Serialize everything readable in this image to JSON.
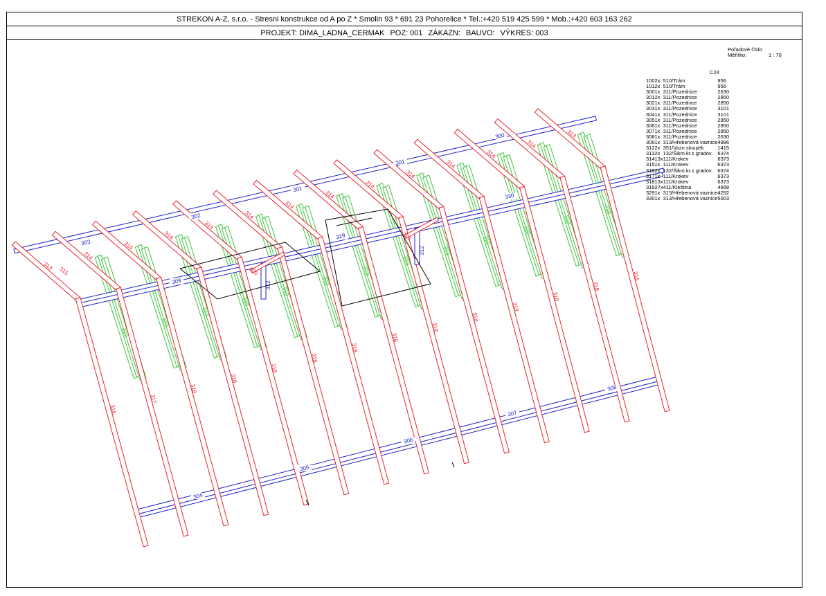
{
  "header": {
    "company_line": "STREKON A-Z, s.r.o. - Stresni konstrukce od A po Z * Smolin 93 * 691 23 Pohorelice * Tel.:+420 519 425 599 * Mob.:+420 603 163 262",
    "projekt": "PROJEKT: DIMA_LADNA_CERMAK",
    "poz": "POZ: 001",
    "zakazn": "ZÁKAZN:",
    "bauvo": "BAUVO:",
    "vykres": "VÝKRES: 003"
  },
  "meta": {
    "poradove_label": "Pořadové číslo",
    "meritko_label": "Měřítko:",
    "meritko_value": "1 : 70"
  },
  "material_grade": "C24",
  "parts": [
    {
      "pos": "100",
      "qty": "2x",
      "name": "510/Trám",
      "len": "956"
    },
    {
      "pos": "101",
      "qty": "2x",
      "name": "510/Trám",
      "len": "956"
    },
    {
      "pos": "300",
      "qty": "1x",
      "name": "311/Pozednice",
      "len": "2630"
    },
    {
      "pos": "301",
      "qty": "2x",
      "name": "311/Pozednice",
      "len": "2850"
    },
    {
      "pos": "302",
      "qty": "1x",
      "name": "311/Pozednice",
      "len": "2850"
    },
    {
      "pos": "303",
      "qty": "1x",
      "name": "311/Pozednice",
      "len": "3101"
    },
    {
      "pos": "304",
      "qty": "1x",
      "name": "311/Pozednice",
      "len": "3101"
    },
    {
      "pos": "305",
      "qty": "1x",
      "name": "311/Pozednice",
      "len": "2850"
    },
    {
      "pos": "306",
      "qty": "1x",
      "name": "311/Pozednice",
      "len": "2850"
    },
    {
      "pos": "307",
      "qty": "1x",
      "name": "311/Pozednice",
      "len": "2850"
    },
    {
      "pos": "308",
      "qty": "1x",
      "name": "311/Pozednice",
      "len": "2630"
    },
    {
      "pos": "309",
      "qty": "1x",
      "name": "313/Hřebenová vaznice",
      "len": "4886"
    },
    {
      "pos": "312",
      "qty": "2x",
      "name": "351/Vazn.sloupek",
      "len": "1415"
    },
    {
      "pos": "313",
      "qty": "2x",
      "name": "132/Šikm.kr.s gradov.",
      "len": "6374"
    },
    {
      "pos": "314",
      "qty": "13x",
      "name": "111/Krokev",
      "len": "6373"
    },
    {
      "pos": "315",
      "qty": "1x",
      "name": "111/Krokev",
      "len": "6373"
    },
    {
      "pos": "316",
      "qty": "2x",
      "name": "132/Šikm.kr.s gradov.",
      "len": "6374"
    },
    {
      "pos": "317",
      "qty": "1x",
      "name": "111/Krokev",
      "len": "6373"
    },
    {
      "pos": "318",
      "qty": "13x",
      "name": "111/Krokev",
      "len": "6373"
    },
    {
      "pos": "319",
      "qty": "27x",
      "name": "411/Kleština",
      "len": "4668"
    },
    {
      "pos": "329",
      "qty": "1x",
      "name": "313/Hřebenová vaznice",
      "len": "4292"
    },
    {
      "pos": "330",
      "qty": "1x",
      "name": "313/Hřebenová vaznice",
      "len": "5003"
    }
  ],
  "drawing": {
    "colors": {
      "rafter": "#e8202a",
      "purlin": "#1a22c8",
      "tie": "#3ec43e",
      "post": "#1a22c8",
      "outline": "#000000"
    },
    "purlin_labels": [
      "303",
      "302",
      "301",
      "301",
      "300",
      "309",
      "329",
      "330",
      "304",
      "305",
      "306",
      "307",
      "308"
    ],
    "rafter_top_labels": [
      "313",
      "314",
      "314",
      "314",
      "314",
      "314",
      "314",
      "314",
      "314",
      "314",
      "314",
      "314",
      "314",
      "313"
    ],
    "rafter_low_labels": [
      "316",
      "317",
      "318",
      "318",
      "318",
      "318",
      "318",
      "318",
      "318",
      "318",
      "318",
      "318",
      "318",
      "316"
    ],
    "tie_label": "319",
    "post_label": "312",
    "beam_labels": [
      "100",
      "101"
    ],
    "side_label": "315"
  }
}
